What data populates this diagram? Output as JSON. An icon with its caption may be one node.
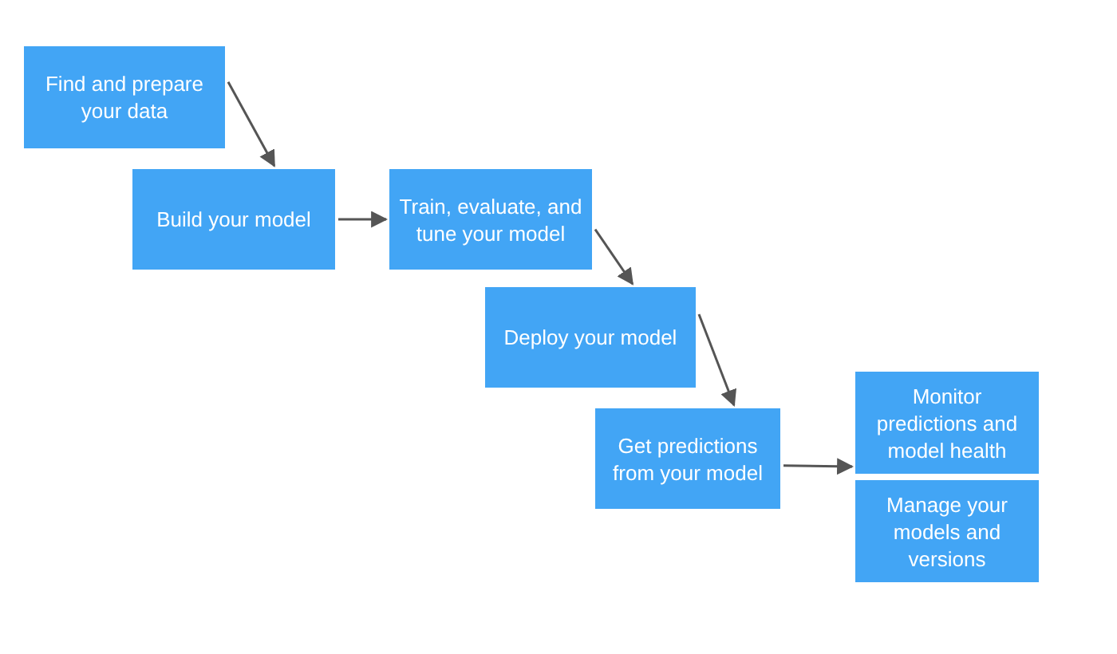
{
  "diagram": {
    "nodes": [
      {
        "text": [
          "Find and prepare your data"
        ]
      },
      {
        "text": [
          "Build your model"
        ]
      },
      {
        "text": [
          "Train, evaluate, and tune your model"
        ]
      },
      {
        "text": [
          "Deploy your model"
        ]
      },
      {
        "text": [
          "Get predictions from your model"
        ]
      },
      {
        "text": [
          "Monitor predictions and model health"
        ]
      },
      {
        "text": [
          "Manage your models and versions"
        ]
      }
    ],
    "edges": [
      {
        "from": 0,
        "to": 1,
        "arrow": "to"
      },
      {
        "from": 1,
        "to": 2,
        "arrow": "to"
      },
      {
        "from": 2,
        "to": 3,
        "arrow": "to"
      },
      {
        "from": 3,
        "to": 4,
        "arrow": "to"
      },
      {
        "from": 4,
        "to": 5,
        "arrow": "to"
      }
    ]
  }
}
